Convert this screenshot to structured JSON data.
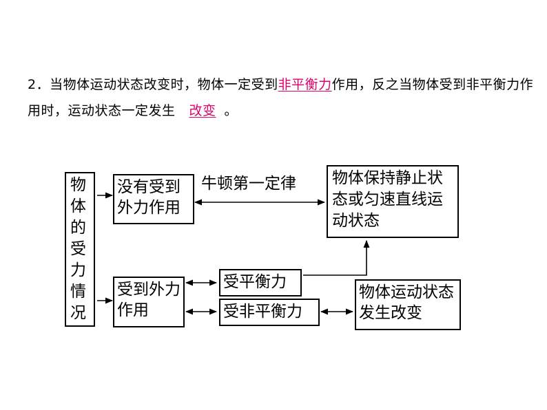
{
  "question": {
    "prefix": "2．当物体运动状态改变时，物体一定受到",
    "answer1": "非平衡力",
    "middle": "作用，反之当物体受到非平衡力作用时，运动状态一定发生",
    "answer2": "改变",
    "suffix": "。"
  },
  "colors": {
    "answer": "#e0006a",
    "line": "#000000"
  },
  "diagram": {
    "root": "物体的受力情况",
    "no_force": "没有受到外力作用",
    "with_force": "受到外力作用",
    "newton_law": "牛顿第一定律",
    "static_state": "物体保持静止状态或匀速直线运动状态",
    "balanced": "受平衡力",
    "unbalanced": "受非平衡力",
    "state_change": "物体运动状态发生改变"
  }
}
